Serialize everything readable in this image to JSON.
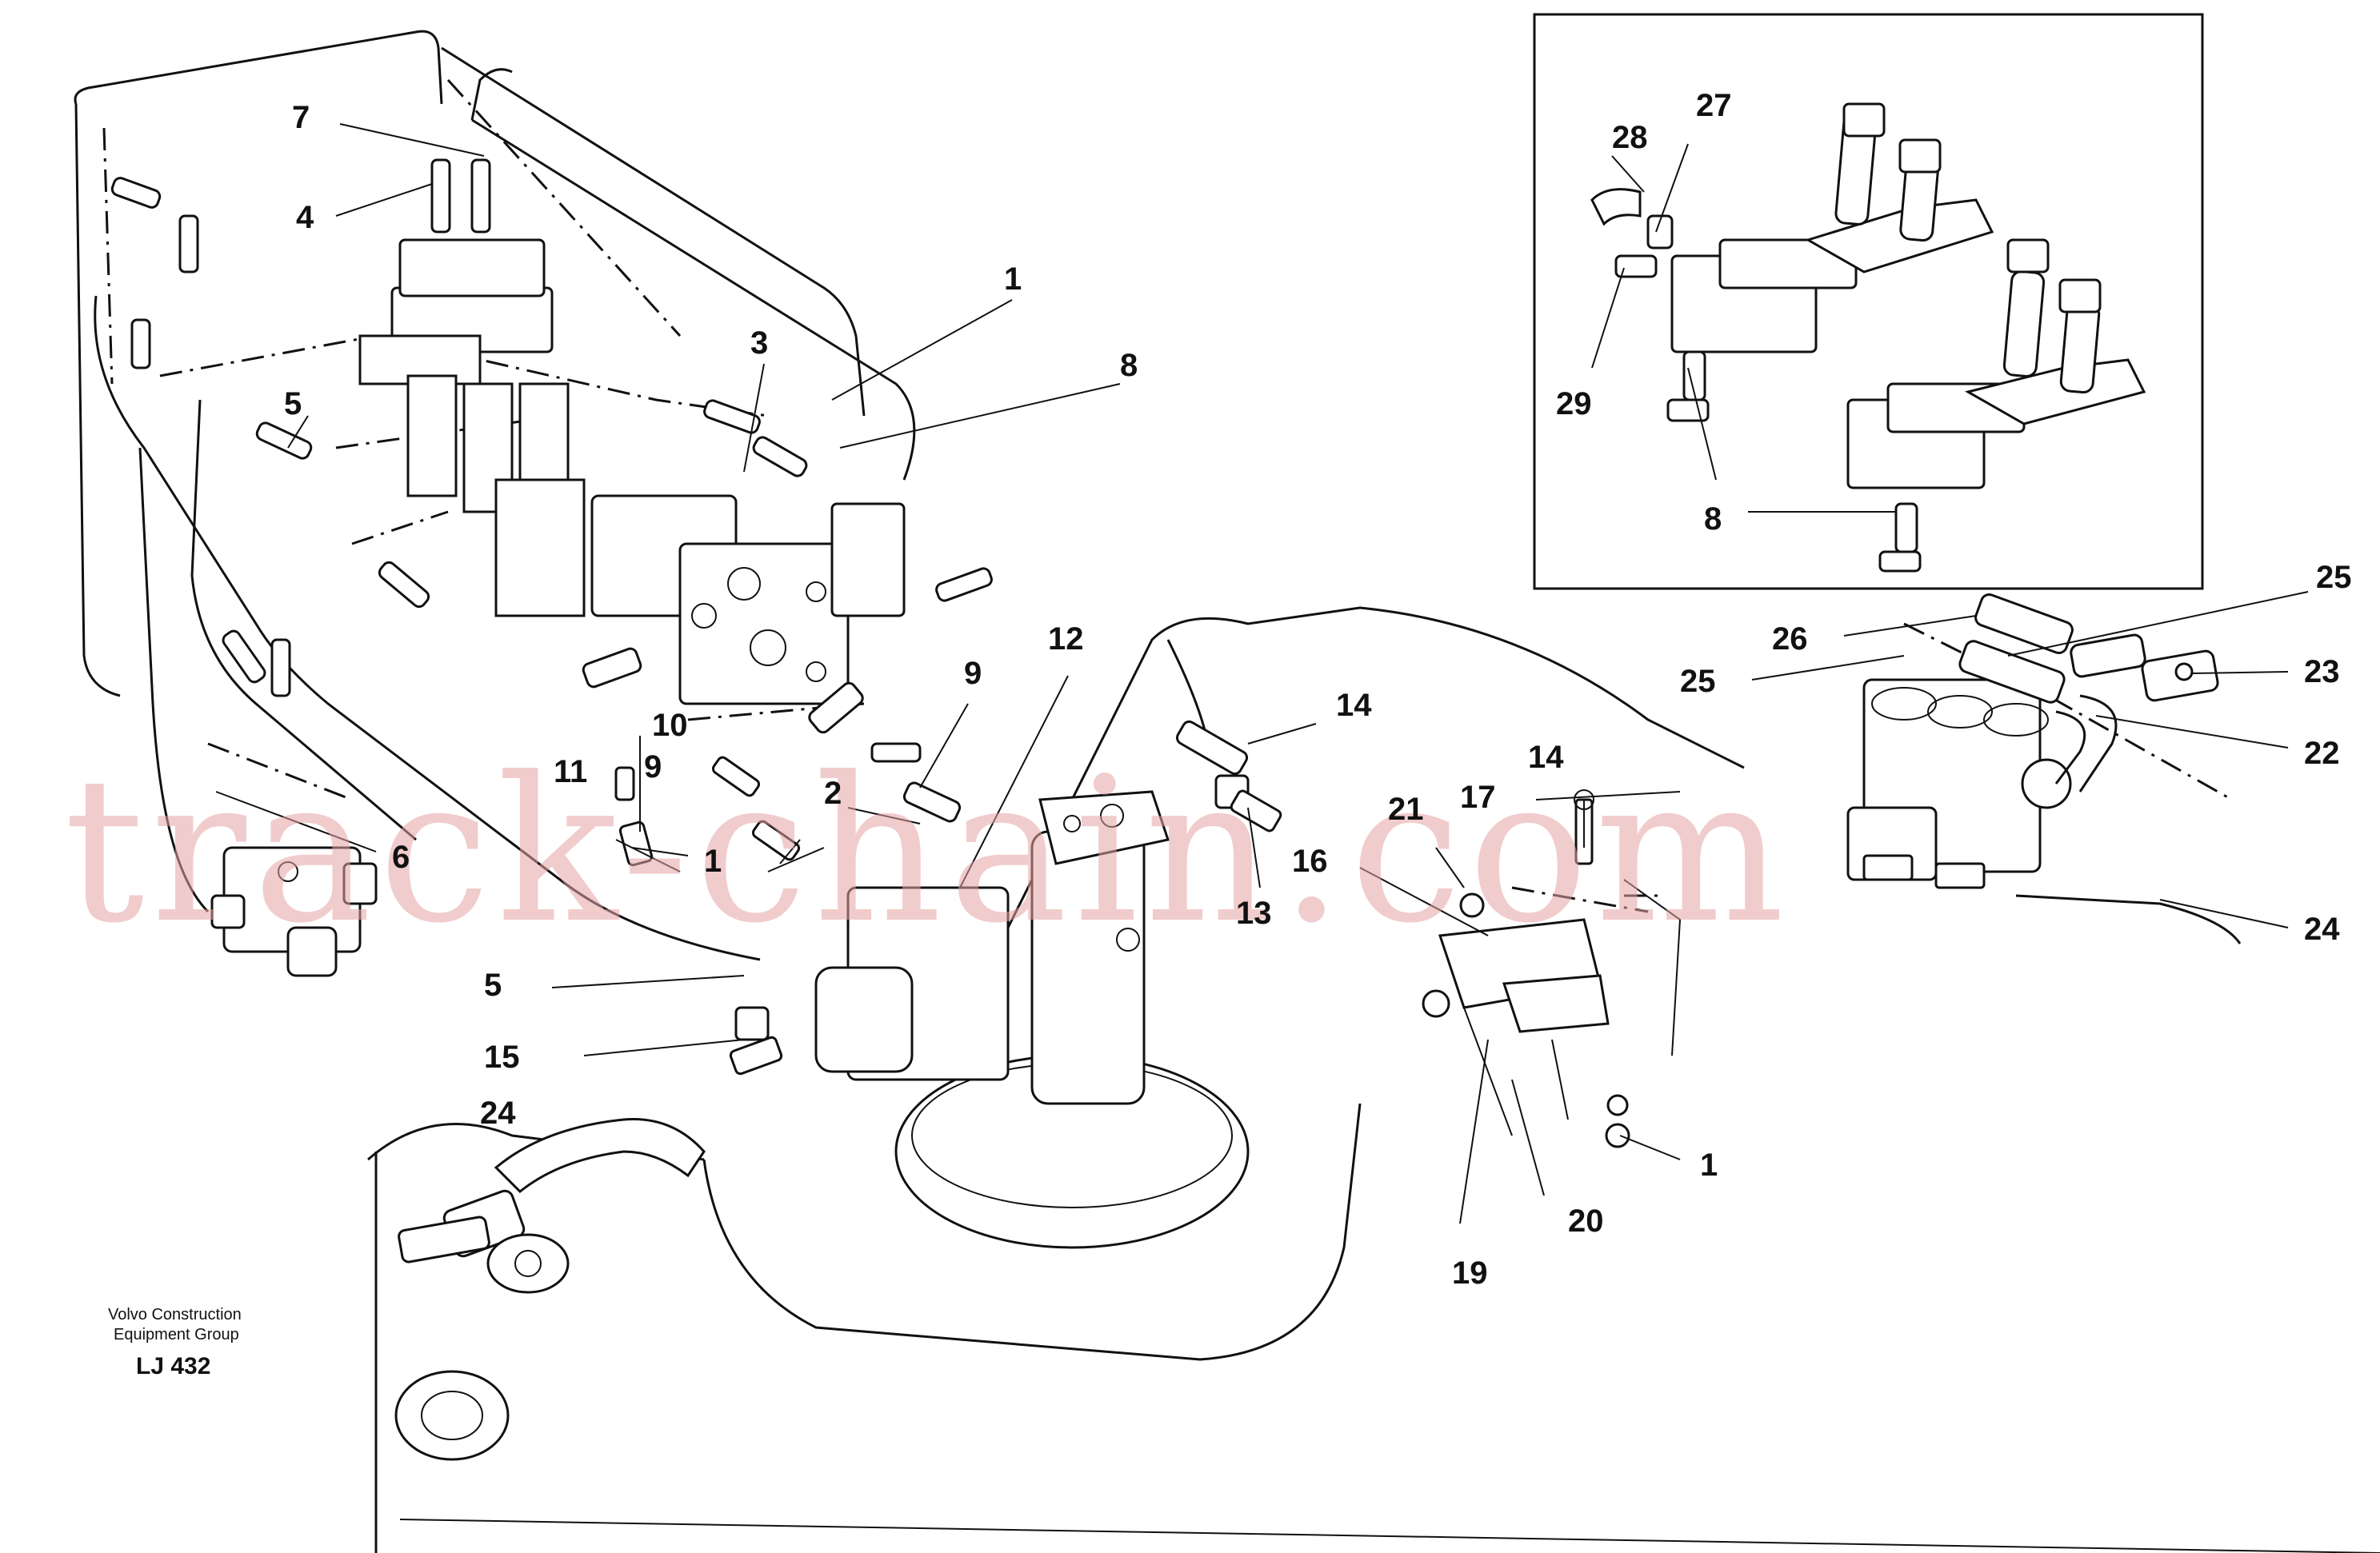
{
  "callouts": {
    "c1a": "1",
    "c1b": "1",
    "c1c": "1",
    "c2": "2",
    "c3": "3",
    "c4": "4",
    "c5a": "5",
    "c5b": "5",
    "c6": "6",
    "c7": "7",
    "c8a": "8",
    "c8b": "8",
    "c9a": "9",
    "c9b": "9",
    "c10": "10",
    "c11": "11",
    "c12": "12",
    "c13": "13",
    "c14a": "14",
    "c14b": "14",
    "c15": "15",
    "c16": "16",
    "c17": "17",
    "c19": "19",
    "c20": "20",
    "c21": "21",
    "c22": "22",
    "c23": "23",
    "c24a": "24",
    "c24b": "24",
    "c25a": "25",
    "c25b": "25",
    "c26": "26",
    "c27": "27",
    "c28": "28",
    "c29": "29"
  },
  "caption": {
    "line1": "Volvo Construction",
    "line2": "Equipment Group",
    "code": "LJ 432"
  },
  "watermark": "track-chain.com",
  "colors": {
    "ink": "#111111",
    "watermark": "#e7a3a3",
    "background": "#ffffff"
  }
}
